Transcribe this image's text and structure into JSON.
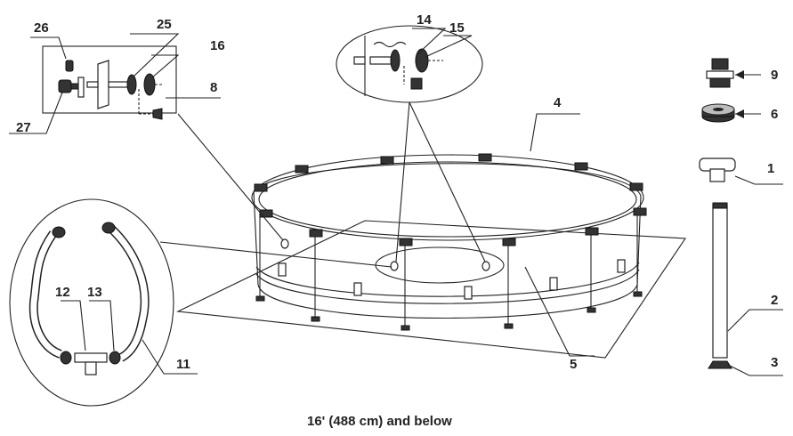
{
  "caption": "16' (488 cm) and below",
  "labels": {
    "p1": "1",
    "p2": "2",
    "p3": "3",
    "p4": "4",
    "p5": "5",
    "p6": "6",
    "p8": "8",
    "p9": "9",
    "p11": "11",
    "p12": "12",
    "p13": "13",
    "p14": "14",
    "p15": "15",
    "p16": "16",
    "p25": "25",
    "p26": "26",
    "p27": "27"
  }
}
